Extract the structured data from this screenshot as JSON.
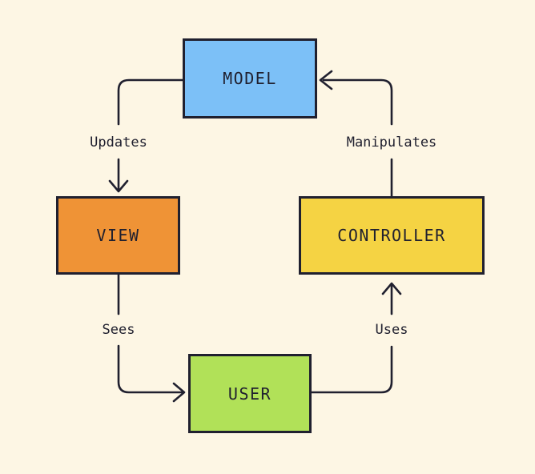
{
  "diagram": {
    "background": "#fdf6e4",
    "stroke": "#20202f",
    "nodes": {
      "model": {
        "label": "MODEL",
        "color": "#7cc0f7"
      },
      "view": {
        "label": "VIEW",
        "color": "#ef9336"
      },
      "controller": {
        "label": "CONTROLLER",
        "color": "#f5d343"
      },
      "user": {
        "label": "USER",
        "color": "#b1e158"
      }
    },
    "edges": {
      "model_to_view": {
        "label": "Updates",
        "from": "MODEL",
        "to": "VIEW"
      },
      "controller_to_model": {
        "label": "Manipulates",
        "from": "CONTROLLER",
        "to": "MODEL"
      },
      "view_to_user": {
        "label": "Sees",
        "from": "VIEW",
        "to": "USER"
      },
      "user_to_controller": {
        "label": "Uses",
        "from": "USER",
        "to": "CONTROLLER"
      }
    }
  }
}
